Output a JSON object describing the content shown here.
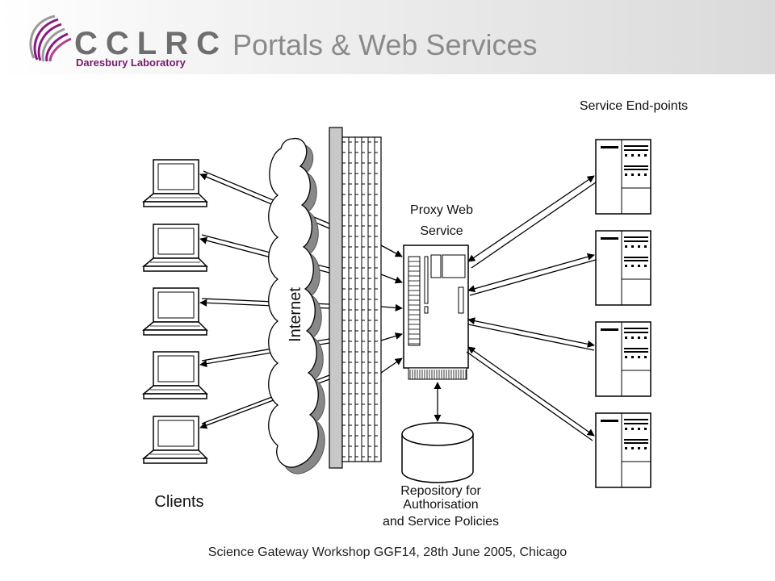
{
  "header": {
    "logo_text": "CCLRC",
    "logo_subtitle": "Daresbury Laboratory",
    "title": "Portals & Web Services"
  },
  "labels": {
    "service_endpoints": "Service End-points",
    "proxy_line1": "Proxy Web",
    "proxy_line2": "Service",
    "internet": "Internet",
    "clients": "Clients",
    "repository_line1": "Repository for",
    "repository_line2": "Authorisation",
    "repository_line3": "and Service Policies"
  },
  "footer": {
    "text": "Science Gateway Workshop GGF14, 28th June 2005, Chicago"
  },
  "colors": {
    "logo_swoosh": "#8b1a7e",
    "title_gray": "#8a8a8a"
  }
}
